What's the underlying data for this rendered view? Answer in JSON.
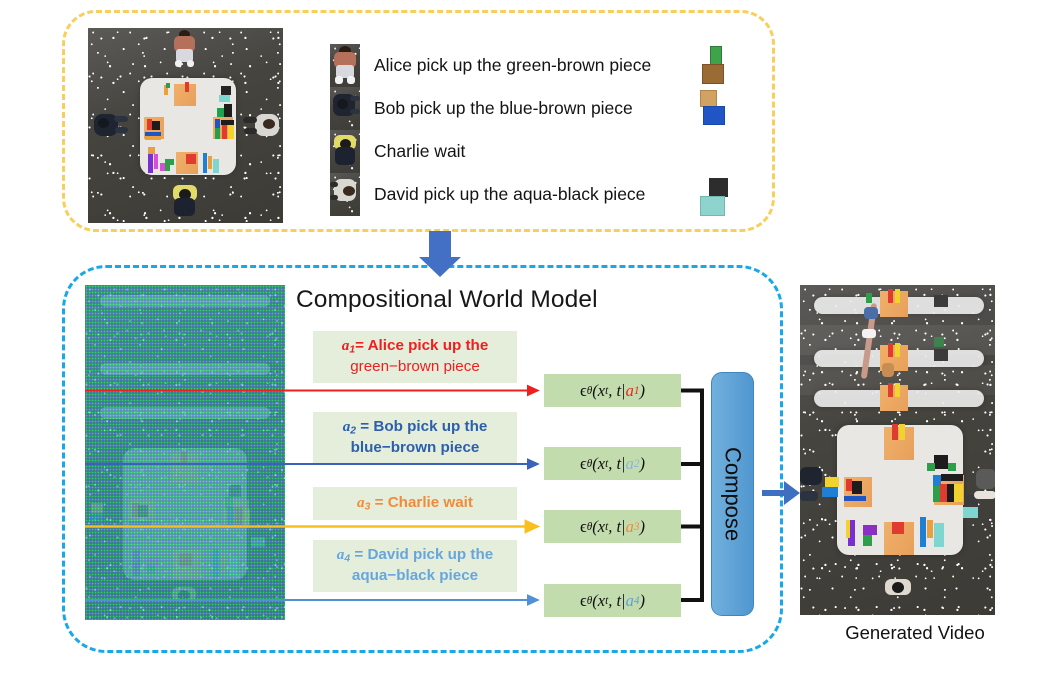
{
  "figure": {
    "title": "Compositional World Model",
    "generated_caption": "Generated Video"
  },
  "colors": {
    "top_panel_border": "#f7cf5a",
    "mid_panel_border": "#18a8ea",
    "action_box_bg": "#e4eedb",
    "eps_box_bg": "#c3dcae",
    "compose_fill": "#4f97cf",
    "arrow_blue": "#3e6fc0",
    "alice": "#ef1f1f",
    "bob": "#2c5fae",
    "charlie": "#f08b3a",
    "david": "#67a6dd",
    "arrow_alice": "#ef1f1f",
    "arrow_bob": "#3a62bd",
    "arrow_charlie": "#f9bf1c",
    "arrow_david": "#4f91d4"
  },
  "legend": {
    "items": [
      {
        "id": "alice",
        "thumb": "alice-thumbnail",
        "text": "Alice pick up the green-brown piece",
        "pieces": [
          {
            "name": "green-block",
            "color": "#3ea34a"
          },
          {
            "name": "brown-block",
            "color": "#9b6b36"
          }
        ]
      },
      {
        "id": "bob",
        "thumb": "bob-thumbnail",
        "text": "Bob pick up the blue-brown piece",
        "pieces": [
          {
            "name": "tan-block",
            "color": "#d2a263"
          },
          {
            "name": "blue-block",
            "color": "#1f55c4"
          }
        ]
      },
      {
        "id": "charlie",
        "thumb": "charlie-thumbnail",
        "text": "Charlie wait",
        "pieces": []
      },
      {
        "id": "david",
        "thumb": "david-thumbnail",
        "text": "David pick up the aqua-black piece",
        "pieces": [
          {
            "name": "black-block",
            "color": "#2d2d2d"
          },
          {
            "name": "aqua-block",
            "color": "#8ed3cd"
          }
        ]
      }
    ]
  },
  "actions": [
    {
      "id": "a1",
      "symbol": "a",
      "index": "1",
      "eq": "=",
      "line1": "Alice pick up the",
      "line2": "green−brown piece",
      "color": "#ef1f1f",
      "arrow_color": "#ef1f1f"
    },
    {
      "id": "a2",
      "symbol": "a",
      "index": "2",
      "eq": "=",
      "line1": "Bob pick up the",
      "line2": "blue−brown piece",
      "color": "#2c5fae",
      "arrow_color": "#3a62bd"
    },
    {
      "id": "a3",
      "symbol": "a",
      "index": "3",
      "eq": "=",
      "line1": "Charlie wait",
      "line2": "",
      "color": "#f08b3a",
      "arrow_color": "#f9bf1c"
    },
    {
      "id": "a4",
      "symbol": "a",
      "index": "4",
      "eq": "=",
      "line1": "David pick up the",
      "line2": "aqua−black piece",
      "color": "#67a6dd",
      "arrow_color": "#4f91d4"
    }
  ],
  "denoisers": [
    {
      "id": "eps1",
      "eps": "ϵ",
      "theta": "θ",
      "args": "(x",
      "t_sub": "t",
      "mid": ", t|",
      "cond": "a",
      "cond_sub": "1",
      "close": ")",
      "cond_color": "#ef1f1f"
    },
    {
      "id": "eps2",
      "eps": "ϵ",
      "theta": "θ",
      "args": "(x",
      "t_sub": "t",
      "mid": ", t|",
      "cond": "a",
      "cond_sub": "2",
      "close": ")",
      "cond_color": "#8ab4df"
    },
    {
      "id": "eps3",
      "eps": "ϵ",
      "theta": "θ",
      "args": "(x",
      "t_sub": "t",
      "mid": ", t|",
      "cond": "a",
      "cond_sub": "3",
      "close": ")",
      "cond_color": "#f08b3a"
    },
    {
      "id": "eps4",
      "eps": "ϵ",
      "theta": "θ",
      "args": "(x",
      "t_sub": "t",
      "mid": ", t|",
      "cond": "a",
      "cond_sub": "4",
      "close": ")",
      "cond_color": "#5e9fd8"
    }
  ],
  "compose": {
    "label": "Compose"
  },
  "images": {
    "scene_top": "overhead-table-scene-with-four-players",
    "scene_noisy": "noisy-latent-video-frames",
    "scene_generated": "generated-video-frames"
  }
}
